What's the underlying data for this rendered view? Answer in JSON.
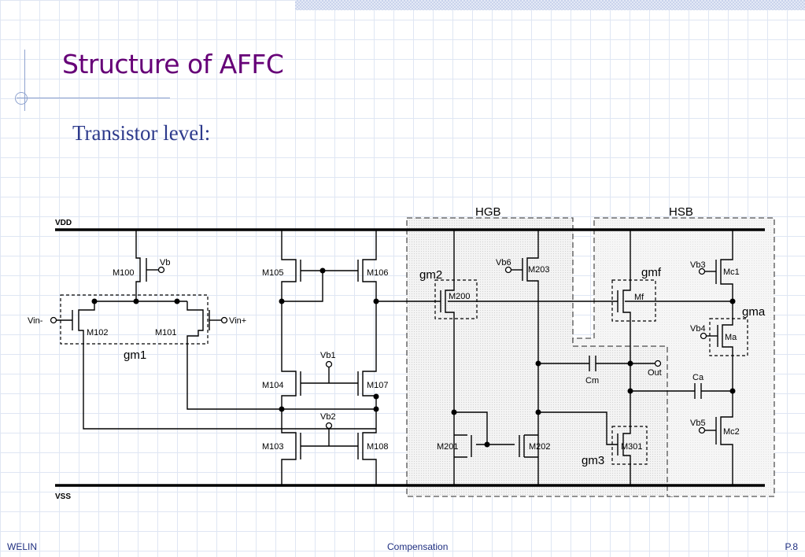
{
  "slide": {
    "title": "Structure of AFFC",
    "subtitle": "Transistor level:"
  },
  "circuit": {
    "rails": {
      "vdd": "VDD",
      "vss": "VSS"
    },
    "blocks": {
      "hgb": "HGB",
      "hsb": "HSB",
      "gm1": "gm1",
      "gm2": "gm2",
      "gm3": "gm3",
      "gmf": "gmf",
      "gma": "gma"
    },
    "transistors": {
      "m100": "M100",
      "m101": "M101",
      "m102": "M102",
      "m103": "M103",
      "m104": "M104",
      "m105": "M105",
      "m106": "M106",
      "m107": "M107",
      "m108": "M108",
      "m200": "M200",
      "m201": "M201",
      "m202": "M202",
      "m203": "M203",
      "m301": "M301",
      "mf": "Mf",
      "mc1": "Mc1",
      "ma": "Ma",
      "mc2": "Mc2"
    },
    "nodes": {
      "vb": "Vb",
      "vin_minus": "Vin-",
      "vin_plus": "Vin+",
      "vb1": "Vb1",
      "vb2": "Vb2",
      "vb3": "Vb3",
      "vb4": "Vb4",
      "vb5": "Vb5",
      "vb6": "Vb6",
      "out": "Out"
    },
    "capacitors": {
      "cm": "Cm",
      "ca": "Ca"
    }
  },
  "footer": {
    "left": "WELIN",
    "center": "Compensation",
    "right": "P.8"
  }
}
